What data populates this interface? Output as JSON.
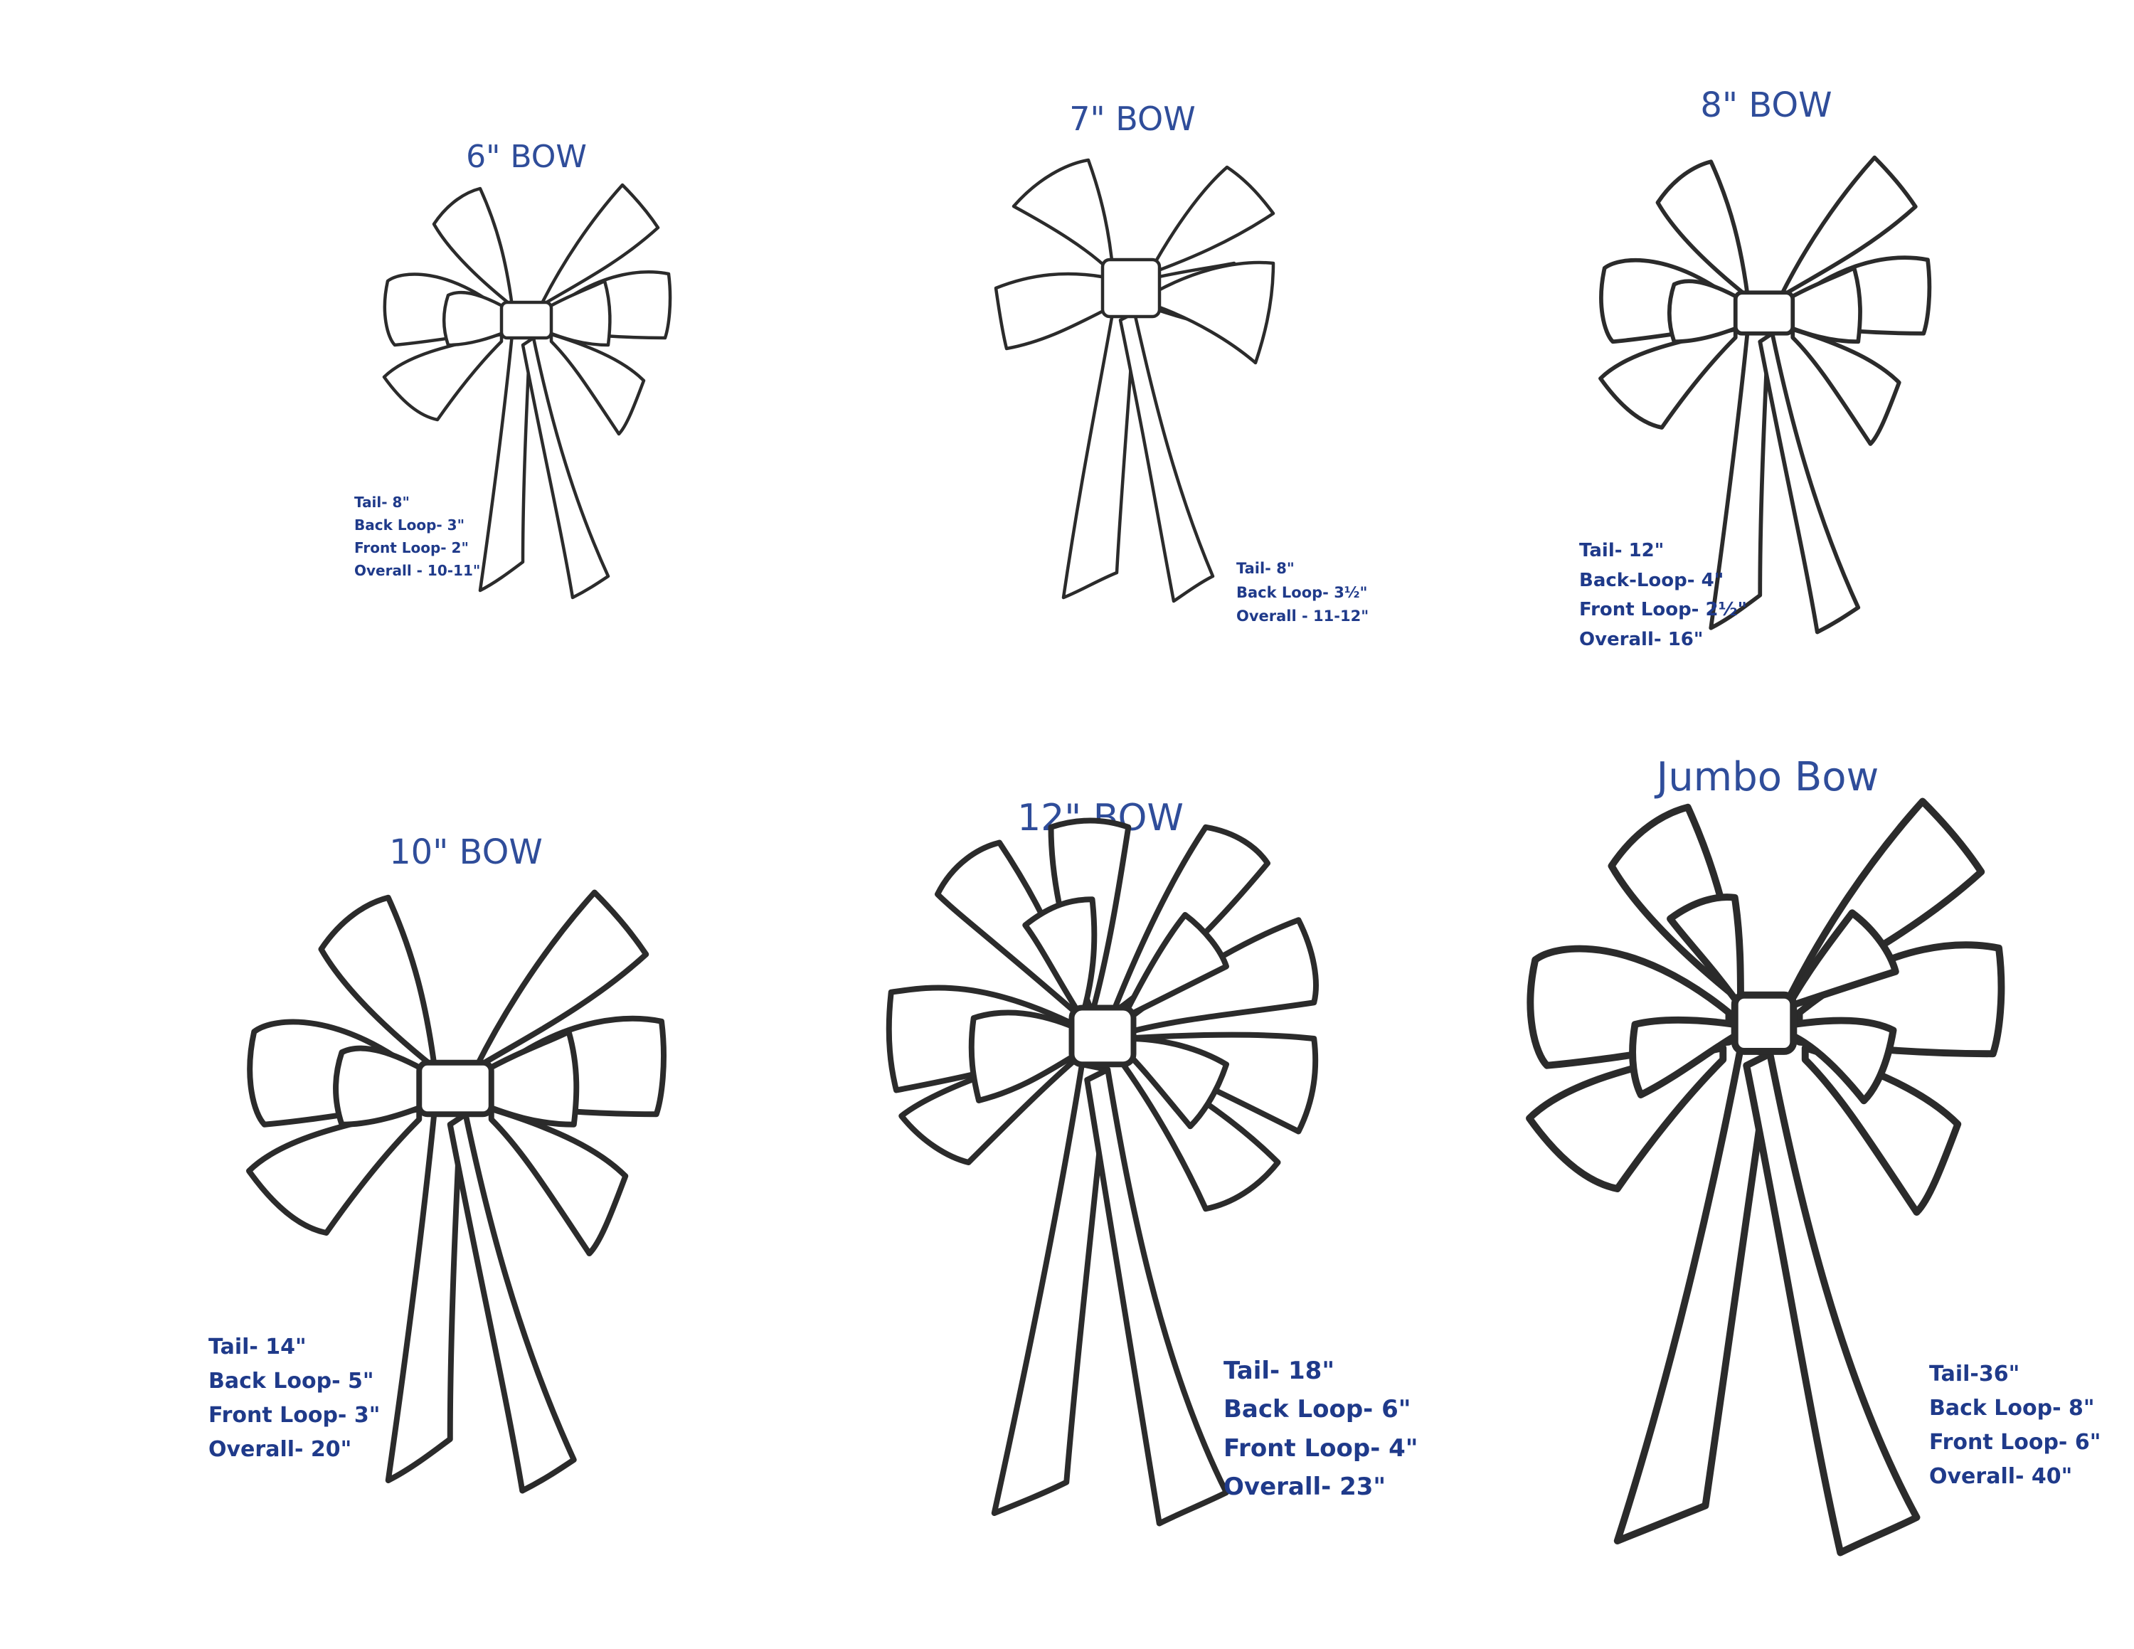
{
  "ink_color": "#2b2b2b",
  "label_color": "#1f3a8a",
  "bows": [
    {
      "title": "6\" BOW",
      "tail": "Tail- 8\"",
      "back_loop": "Back Loop- 3\"",
      "front_loop": "Front Loop- 2\"",
      "overall": "Overall - 10-11\""
    },
    {
      "title": "7\" BOW",
      "tail": "Tail- 8\"",
      "back_loop": "Back Loop- 3½\"",
      "front_loop": "",
      "overall": "Overall - 11-12\""
    },
    {
      "title": "8\" BOW",
      "tail": "Tail- 12\"",
      "back_loop": "Back-Loop- 4\"",
      "front_loop": "Front Loop- 2½\"",
      "overall": "Overall- 16\""
    },
    {
      "title": "10\" BOW",
      "tail": "Tail- 14\"",
      "back_loop": "Back Loop- 5\"",
      "front_loop": "Front Loop- 3\"",
      "overall": "Overall- 20\""
    },
    {
      "title": "12\" BOW",
      "tail": "Tail- 18\"",
      "back_loop": "Back Loop- 6\"",
      "front_loop": "Front Loop- 4\"",
      "overall": "Overall- 23\""
    },
    {
      "title": "Jumbo Bow",
      "tail": "Tail-36\"",
      "back_loop": "Back Loop- 8\"",
      "front_loop": "Front Loop- 6\"",
      "overall": "Overall- 40\""
    }
  ]
}
